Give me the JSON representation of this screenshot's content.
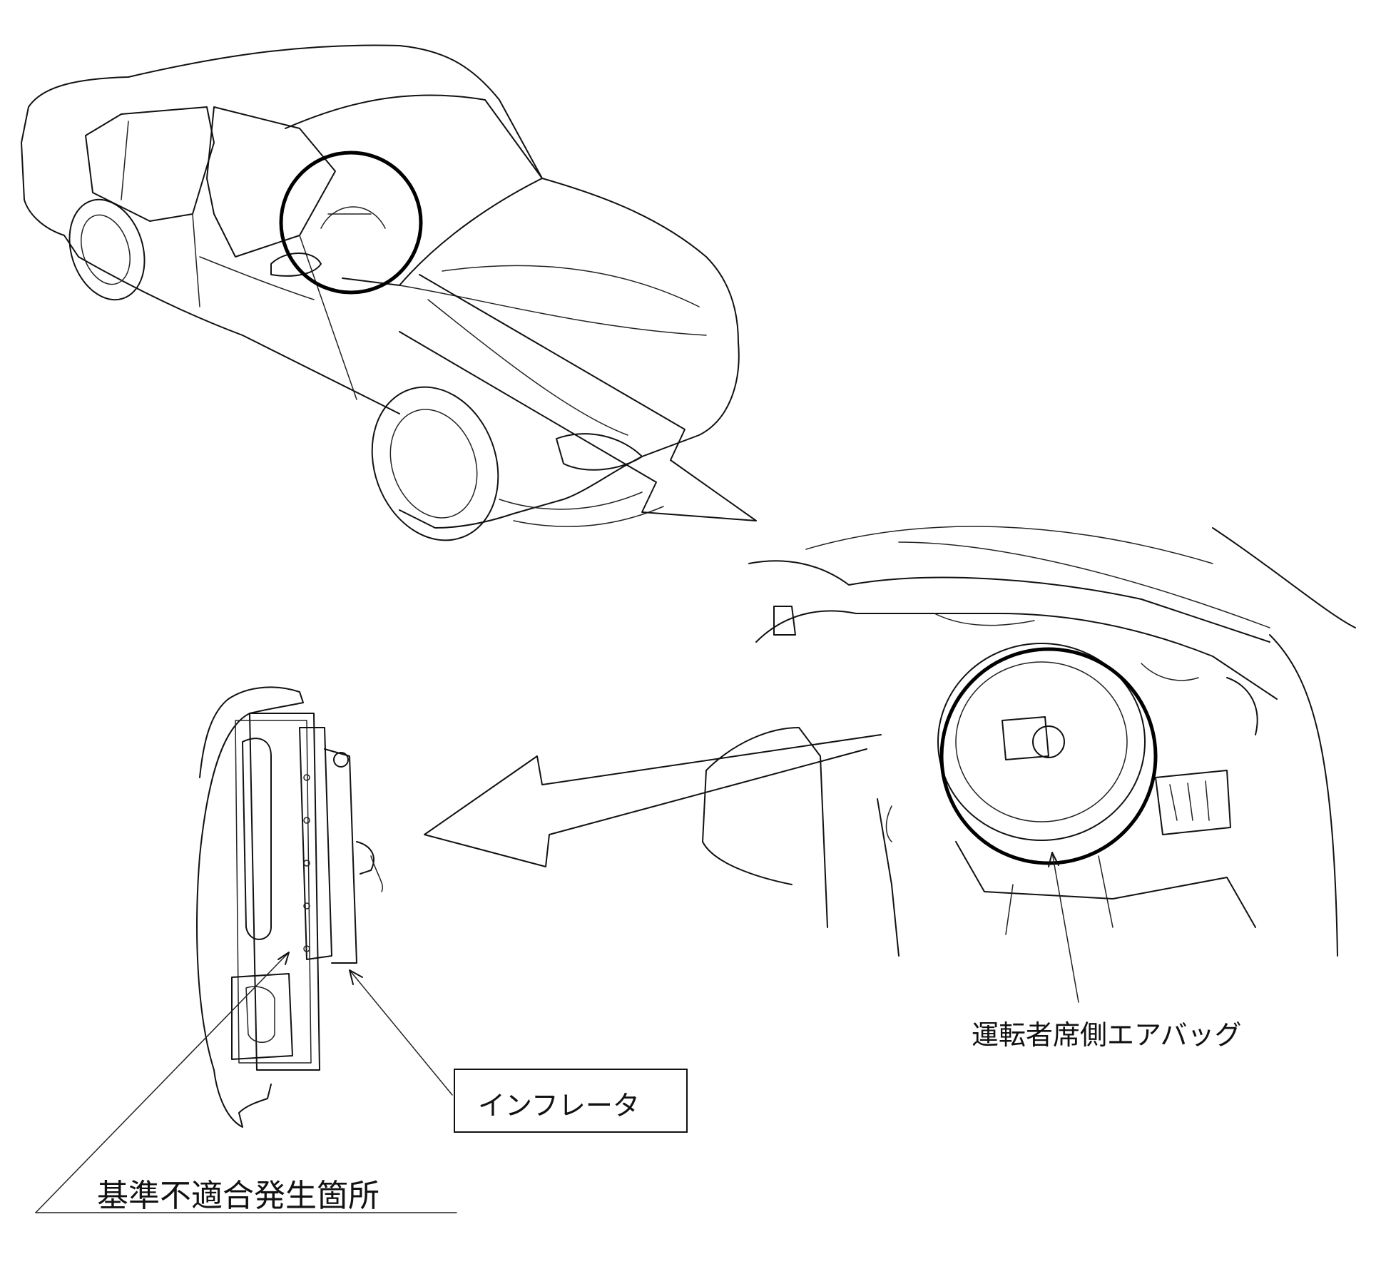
{
  "labels": {
    "driver_airbag": "運転者席側エアバッグ",
    "inflator": "インフレータ",
    "nonconformity_location": "基準不適合発生箇所"
  }
}
